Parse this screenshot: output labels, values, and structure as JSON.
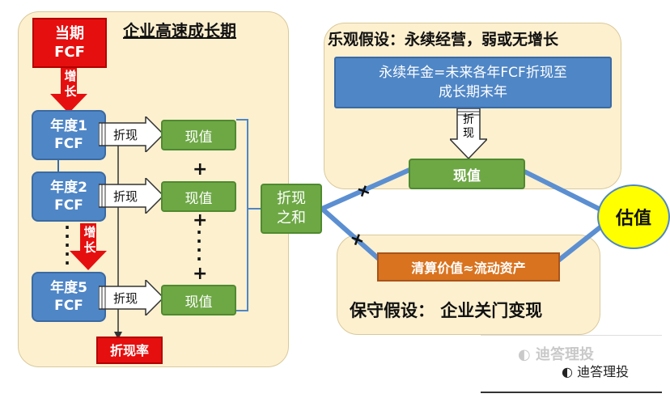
{
  "left_panel": {
    "title": "企业高速成长期"
  },
  "current_fcf": {
    "line1": "当期",
    "line2": "FCF"
  },
  "growth_label": {
    "c1": "增",
    "c2": "长"
  },
  "years": [
    {
      "line1": "年度1",
      "line2": "FCF"
    },
    {
      "line1": "年度2",
      "line2": "FCF"
    },
    {
      "line1": "年度5",
      "line2": "FCF"
    }
  ],
  "discount_label": "折现",
  "present_value_label": "现值",
  "plus": "+",
  "discount_rate": "折现率",
  "sum_box": {
    "line1": "折现",
    "line2": "之和"
  },
  "optimistic": {
    "title": "乐观假设：永续经营，弱或无增长",
    "formula_line1": "永续年金=未来各年FCF折现至",
    "formula_line2": "成长期末年",
    "discount_v1": "折",
    "discount_v2": "现",
    "pv": "现值"
  },
  "conservative": {
    "liquidation": "清算价值≈流动资产",
    "title": "保守假设： 企业关门变现"
  },
  "valuation": "估值",
  "cross": "+",
  "watermark": {
    "text1": "迪答理投",
    "text2": "迪答理投"
  }
}
